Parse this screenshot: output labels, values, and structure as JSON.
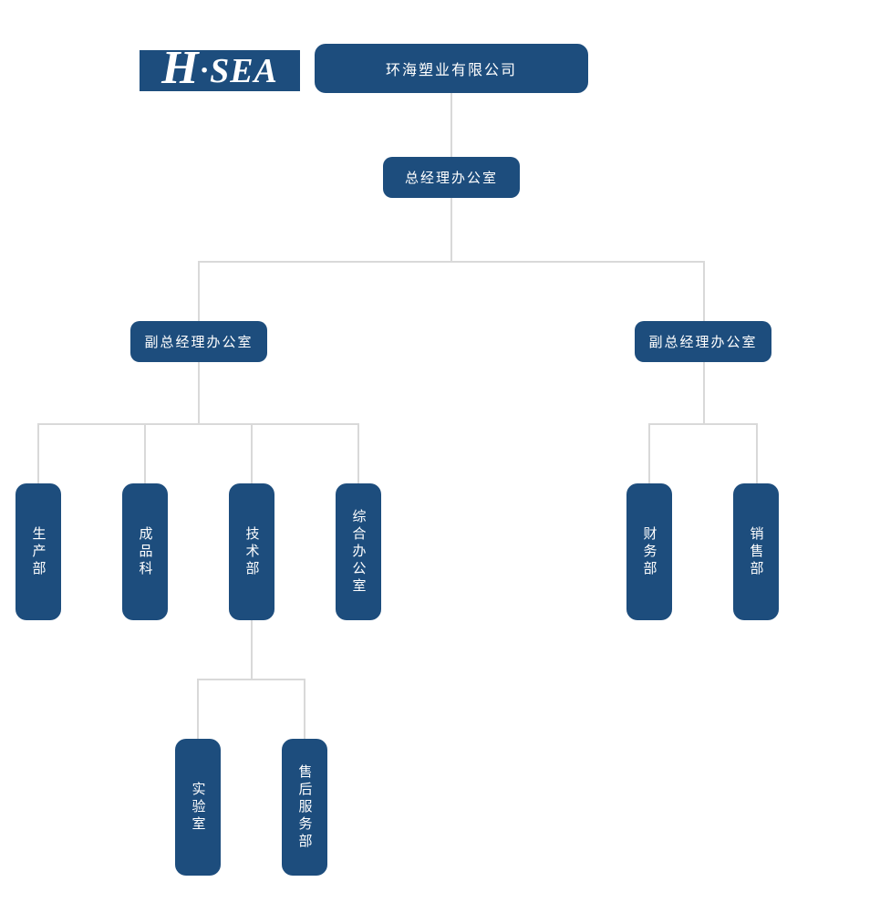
{
  "logo": {
    "part1": "H",
    "separator": "·",
    "part2": "SEA"
  },
  "colors": {
    "node_fill": "#1d4d7d",
    "connector_line": "#d9d9d9",
    "node_text": "#ffffff",
    "background": "#ffffff"
  },
  "org_chart": {
    "root": "环海塑业有限公司",
    "gm_office": "总经理办公室",
    "deputy_left": "副总经理办公室",
    "deputy_right": "副总经理办公室",
    "departments_left": {
      "production": "生产部",
      "finished_products": "成品科",
      "technology": "技术部",
      "general_office": "综合办公室"
    },
    "departments_right": {
      "finance": "财务部",
      "sales": "销售部"
    },
    "technology_children": {
      "laboratory": "实验室",
      "after_sales_service": "售后服务部"
    }
  }
}
